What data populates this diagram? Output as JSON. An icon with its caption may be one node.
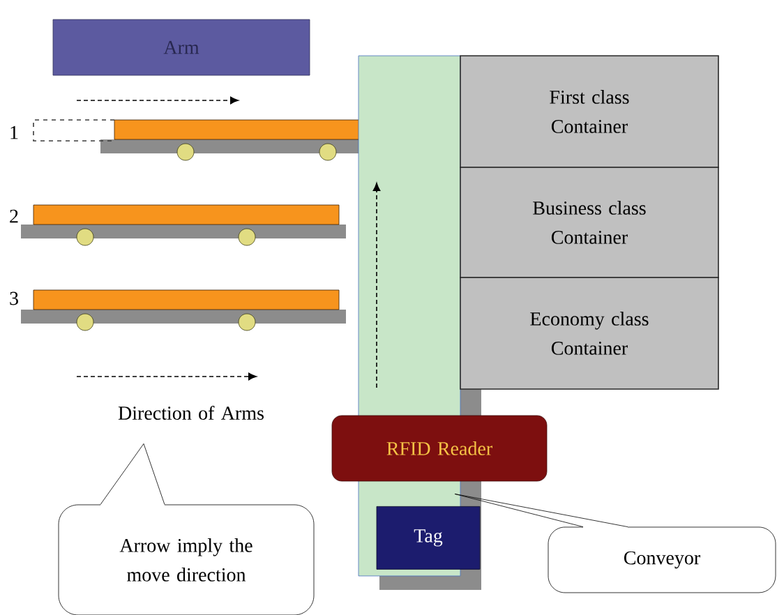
{
  "diagram": {
    "nodes": [
      {
        "text": [
          "Arm"
        ]
      },
      {
        "text": [],
        "shape": "box"
      },
      {
        "text": [
          "First class Container"
        ]
      },
      {
        "text": [
          "Business class Container"
        ]
      },
      {
        "text": [
          "Economy class Container"
        ]
      },
      {
        "text": [
          "RFID Reader"
        ]
      },
      {
        "text": [
          "Tag"
        ],
        "in": 1
      },
      {
        "text": [
          "Direction of Arms"
        ]
      },
      {
        "text": [
          "Arrow imply the move direction"
        ]
      },
      {
        "text": [
          "Conveyor"
        ]
      }
    ],
    "edges": [
      {
        "from": 8,
        "to": 7,
        "arrow": "none"
      },
      {
        "from": 9,
        "to": 1,
        "arrow": "none"
      }
    ],
    "labels": [
      "1",
      "2",
      "3"
    ]
  }
}
